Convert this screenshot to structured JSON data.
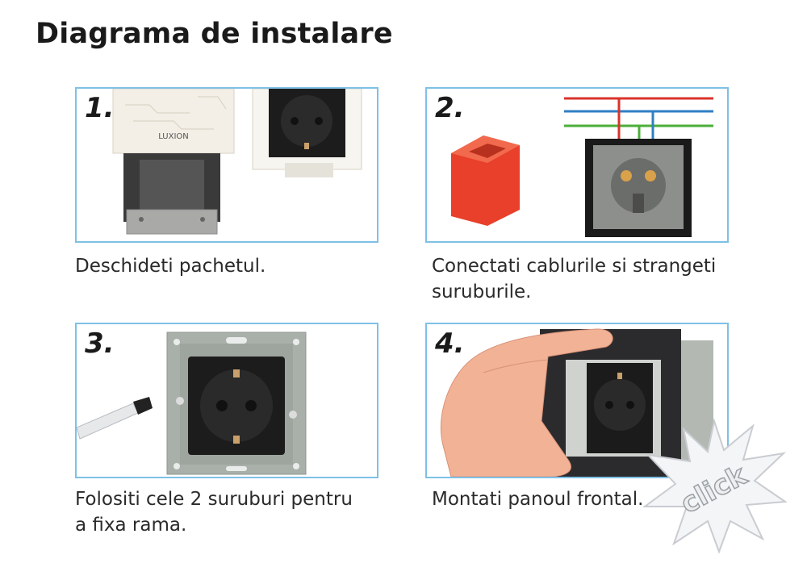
{
  "title": "Diagrama de instalare",
  "steps": [
    {
      "number": "1.",
      "caption_lines": [
        "Deschideti pachetul."
      ],
      "brand": "LUXION"
    },
    {
      "number": "2.",
      "caption_lines": [
        "Conectati cablurile si strangeti",
        "suruburile."
      ]
    },
    {
      "number": "3.",
      "caption_lines": [
        "Folositi cele 2 suruburi pentru",
        "a fixa rama."
      ]
    },
    {
      "number": "4.",
      "caption_lines": [
        "Montati panoul frontal."
      ]
    }
  ],
  "badge": {
    "text": "click"
  },
  "colors": {
    "border": "#7fc0e6",
    "wire_red": "#d9332b",
    "wire_blue": "#2f7fc4",
    "wire_green": "#4caf3a",
    "box_red": "#e8402a"
  }
}
